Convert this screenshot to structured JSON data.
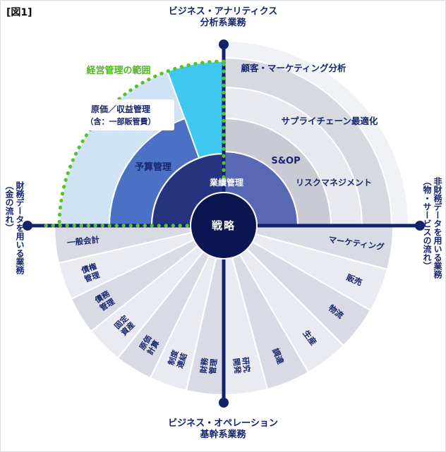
{
  "figure_tag": "[図1]",
  "palette": {
    "navy_axis": "#13236b",
    "center_fill": "#0b1552",
    "performance_ring": "#26337f",
    "budget_band": "#4a71c4",
    "cyan_sector": "#3fc8f0",
    "pale_blue": "#cfe3f5",
    "ur_inner_band": "#5868b4",
    "band_sop": "#c8cad4",
    "band_risk": "#e8e9ee",
    "band_supply": "#d7d9e1",
    "band_customer": "#f1f2f6",
    "wedge_dark": "#d8dae4",
    "wedge_light": "#eaebf1",
    "scope_green": "#56c22d",
    "white": "#ffffff"
  },
  "axes": {
    "top_line1": "ビジネス・アナリティクス",
    "top_line2": "分析系業務",
    "bottom_line1": "ビジネス・オペレーション",
    "bottom_line2": "基幹系業務",
    "left_main": "財務データを用いる業務",
    "left_paren": "（金の流れ）",
    "right_main": "非財務データを用いる業務",
    "right_paren": "（物・サービスの流れ）"
  },
  "scope_label": "経営管理の範囲",
  "center_label": "戦略",
  "upper_left": {
    "performance": "業績管理",
    "budget": "予算管理",
    "cost_line1": "原価／収益管理",
    "cost_line2": "（含：一部販管費）"
  },
  "upper_right": {
    "sop": "S&OP",
    "risk": "リスクマネジメント",
    "supply_chain": "サプライチェーン最適化",
    "customer_marketing": "顧客・マーケティング分析"
  },
  "lower_wedges": [
    {
      "lines": [
        "一般会計"
      ]
    },
    {
      "lines": [
        "債権",
        "管理"
      ]
    },
    {
      "lines": [
        "債務",
        "管理"
      ]
    },
    {
      "lines": [
        "固定",
        "資産"
      ]
    },
    {
      "lines": [
        "原価",
        "計算"
      ]
    },
    {
      "lines": [
        "制度",
        "連結"
      ]
    },
    {
      "lines": [
        "財務",
        "管理"
      ]
    },
    {
      "lines": [
        "研究",
        "開発"
      ]
    },
    {
      "lines": [
        "調達"
      ]
    },
    {
      "lines": [
        "生産"
      ]
    },
    {
      "lines": [
        "物流"
      ]
    },
    {
      "lines": [
        "販売"
      ]
    },
    {
      "lines": [
        "マーケティング"
      ]
    }
  ]
}
